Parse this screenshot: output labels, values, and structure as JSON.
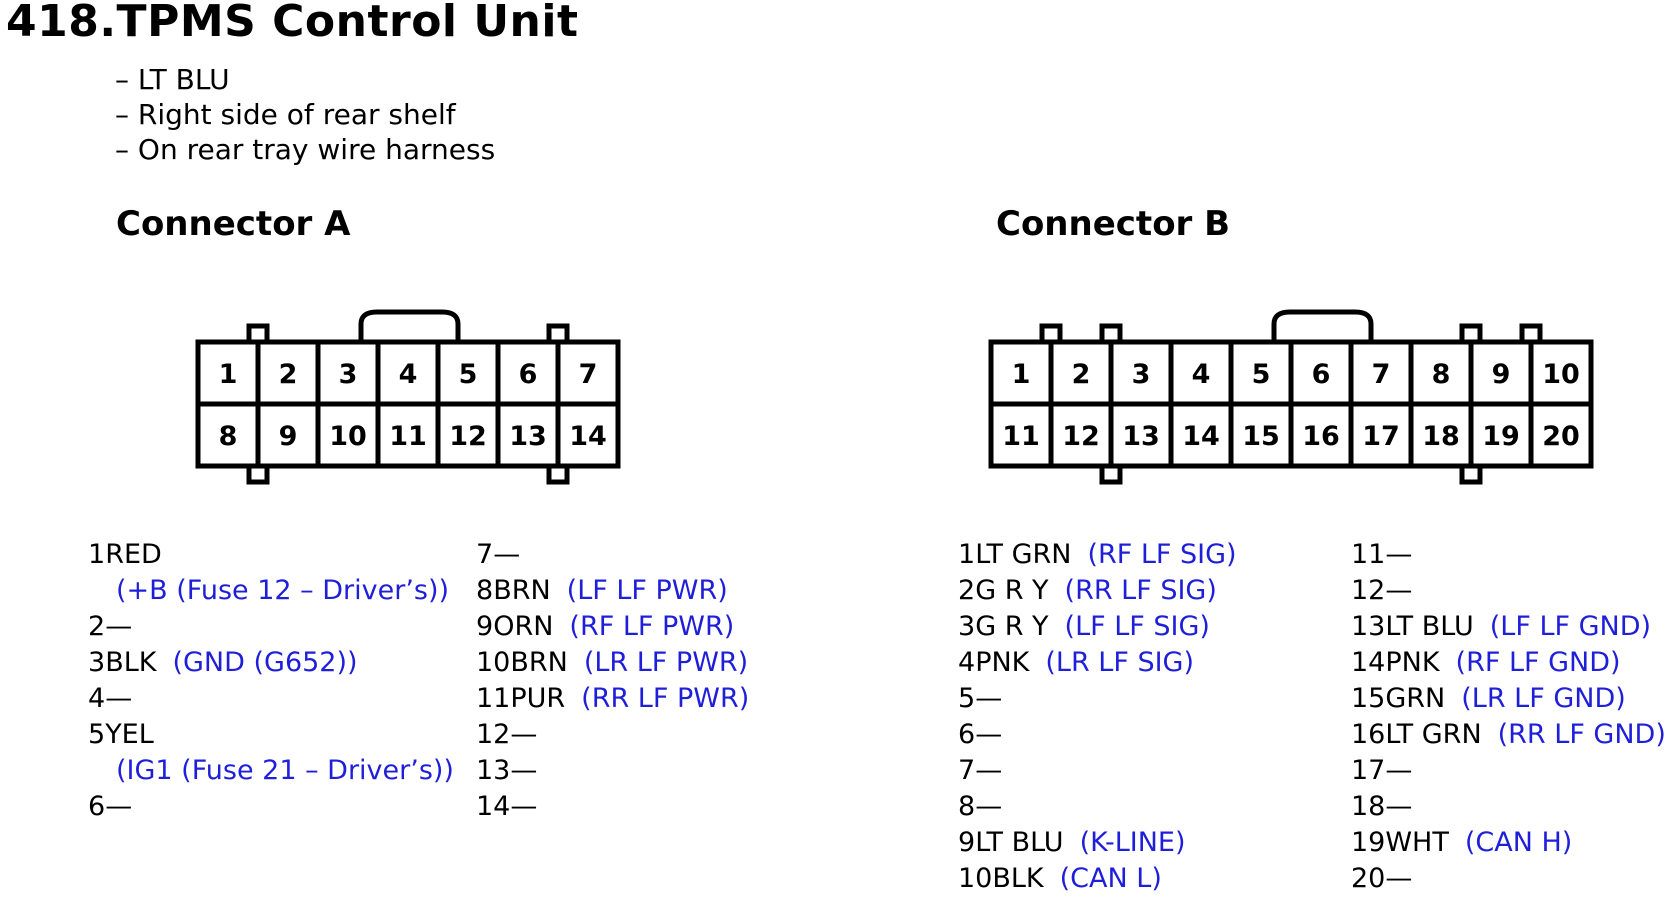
{
  "title": "418.TPMS Control Unit",
  "notes": [
    "– LT BLU",
    "– Right side of rear shelf",
    "– On rear tray wire harness"
  ],
  "connector_a": {
    "title": "Connector A",
    "top_pins": [
      "1",
      "2",
      "3",
      "4",
      "5",
      "6",
      "7"
    ],
    "bottom_pins": [
      "8",
      "9",
      "10",
      "11",
      "12",
      "13",
      "14"
    ],
    "pins_col1": [
      {
        "pin": "1",
        "wire": "RED",
        "desc": ""
      },
      {
        "pin": "",
        "wire": "",
        "desc": "(+B (Fuse 12 – Driver’s))"
      },
      {
        "pin": "2",
        "wire": " —",
        "desc": ""
      },
      {
        "pin": "3",
        "wire": "BLK",
        "desc": "(GND (G652))"
      },
      {
        "pin": "4",
        "wire": " —",
        "desc": ""
      },
      {
        "pin": "5",
        "wire": "YEL",
        "desc": ""
      },
      {
        "pin": "",
        "wire": "",
        "desc": "(IG1 (Fuse 21 – Driver’s))"
      },
      {
        "pin": "6",
        "wire": " —",
        "desc": ""
      }
    ],
    "pins_col2": [
      {
        "pin": "7",
        "wire": " —",
        "desc": ""
      },
      {
        "pin": "8",
        "wire": "BRN",
        "desc": "(LF LF PWR)"
      },
      {
        "pin": "9",
        "wire": "ORN",
        "desc": "(RF LF PWR)"
      },
      {
        "pin": "10",
        "wire": "BRN",
        "desc": "(LR LF PWR)"
      },
      {
        "pin": "11",
        "wire": "PUR",
        "desc": "(RR LF PWR)"
      },
      {
        "pin": "12",
        "wire": "—",
        "desc": ""
      },
      {
        "pin": "13",
        "wire": "—",
        "desc": ""
      },
      {
        "pin": "14",
        "wire": "—",
        "desc": ""
      }
    ]
  },
  "connector_b": {
    "title": "Connector B",
    "top_pins": [
      "1",
      "2",
      "3",
      "4",
      "5",
      "6",
      "7",
      "8",
      "9",
      "10"
    ],
    "bottom_pins": [
      "11",
      "12",
      "13",
      "14",
      "15",
      "16",
      "17",
      "18",
      "19",
      "20"
    ],
    "pins_col1": [
      {
        "pin": "1",
        "wire": "LT GRN",
        "desc": "(RF LF SIG)"
      },
      {
        "pin": "2",
        "wire": " G R Y",
        "desc": "(RR LF SIG)"
      },
      {
        "pin": "3",
        "wire": " G R Y",
        "desc": "(LF LF SIG)"
      },
      {
        "pin": "4",
        "wire": "PNK",
        "desc": "(LR LF SIG)"
      },
      {
        "pin": "5",
        "wire": " —",
        "desc": ""
      },
      {
        "pin": "6",
        "wire": " —",
        "desc": ""
      },
      {
        "pin": "7",
        "wire": " —",
        "desc": ""
      },
      {
        "pin": "8",
        "wire": " —",
        "desc": ""
      },
      {
        "pin": "9",
        "wire": "LT BLU",
        "desc": "(K-LINE)"
      },
      {
        "pin": "10",
        "wire": "BLK",
        "desc": "(CAN L)"
      }
    ],
    "pins_col2": [
      {
        "pin": "11",
        "wire": "—",
        "desc": ""
      },
      {
        "pin": "12",
        "wire": "—",
        "desc": ""
      },
      {
        "pin": "13",
        "wire": "LT BLU",
        "desc": "(LF LF GND)"
      },
      {
        "pin": "14",
        "wire": "PNK",
        "desc": "(RF LF GND)"
      },
      {
        "pin": "15",
        "wire": "GRN",
        "desc": "(LR LF GND)"
      },
      {
        "pin": "16",
        "wire": "LT GRN",
        "desc": "(RR LF GND)"
      },
      {
        "pin": "17",
        "wire": "—",
        "desc": ""
      },
      {
        "pin": "18",
        "wire": "—",
        "desc": ""
      },
      {
        "pin": "19",
        "wire": "WHT",
        "desc": "(CAN H)"
      },
      {
        "pin": "20",
        "wire": "—",
        "desc": ""
      }
    ]
  },
  "colors": {
    "text": "#000000",
    "description": "#1f1fd9",
    "line": "#000000"
  }
}
